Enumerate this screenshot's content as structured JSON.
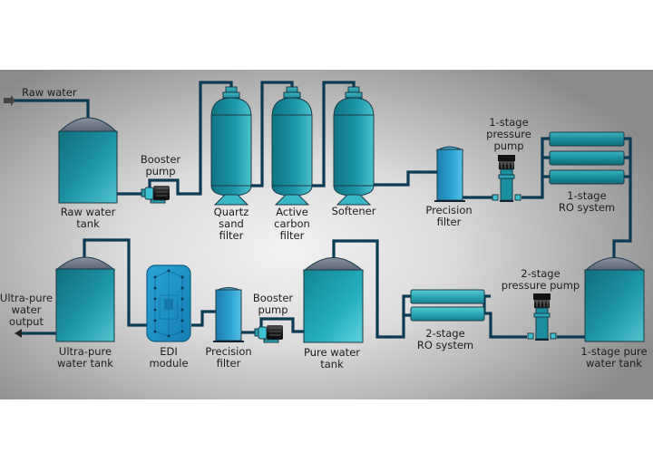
{
  "title": "Ultra-pure water treatment process flow",
  "colors": {
    "pipe": "#0b3a55",
    "tank_body": "#1e8c9c",
    "tank_dome": "#6e7585",
    "filter_vessel": "#1f97a8",
    "edi": "#1f8fc2",
    "precision_filter": "#2a9fd0",
    "pump_motor": "#1e1e1e",
    "background": "#c8c8c8"
  },
  "labels": {
    "raw_water_inlet": "Raw water",
    "raw_water_tank": [
      "Raw water",
      "tank"
    ],
    "booster_pump_1": [
      "Booster",
      "pump"
    ],
    "quartz_sand_filter": [
      "Quartz",
      "sand",
      "filter"
    ],
    "active_carbon_filter": [
      "Active",
      "carbon",
      "filter"
    ],
    "softener": [
      "Softener"
    ],
    "precision_filter_1": [
      "Precision",
      "filter"
    ],
    "stage1_pressure_pump": [
      "1-stage",
      "pressure",
      "pump"
    ],
    "stage1_ro_system": [
      "1-stage",
      "RO system"
    ],
    "stage1_pure_water_tank": [
      "1-stage pure",
      "water tank"
    ],
    "stage2_pressure_pump": [
      "2-stage",
      "pressure pump"
    ],
    "stage2_ro_system": [
      "2-stage",
      "RO system"
    ],
    "pure_water_tank": [
      "Pure water",
      "tank"
    ],
    "booster_pump_2": [
      "Booster",
      "pump"
    ],
    "precision_filter_2": [
      "Precision",
      "filter"
    ],
    "edi_module": [
      "EDI",
      "module"
    ],
    "ultra_pure_water_tank": [
      "Ultra-pure",
      "water tank"
    ],
    "ultra_pure_output": [
      "Ultra-pure",
      "water",
      "output"
    ]
  },
  "flow_sequence": [
    "Raw water",
    "Raw water tank",
    "Booster pump",
    "Quartz sand filter",
    "Active carbon filter",
    "Softener",
    "Precision filter",
    "1-stage pressure pump",
    "1-stage RO system",
    "1-stage pure water tank",
    "2-stage pressure pump",
    "2-stage RO system",
    "Pure water tank",
    "Booster pump",
    "Precision filter",
    "EDI module",
    "Ultra-pure water tank",
    "Ultra-pure water output"
  ],
  "counts": {
    "stage1_ro_membranes": 3,
    "stage2_ro_membranes": 2
  }
}
